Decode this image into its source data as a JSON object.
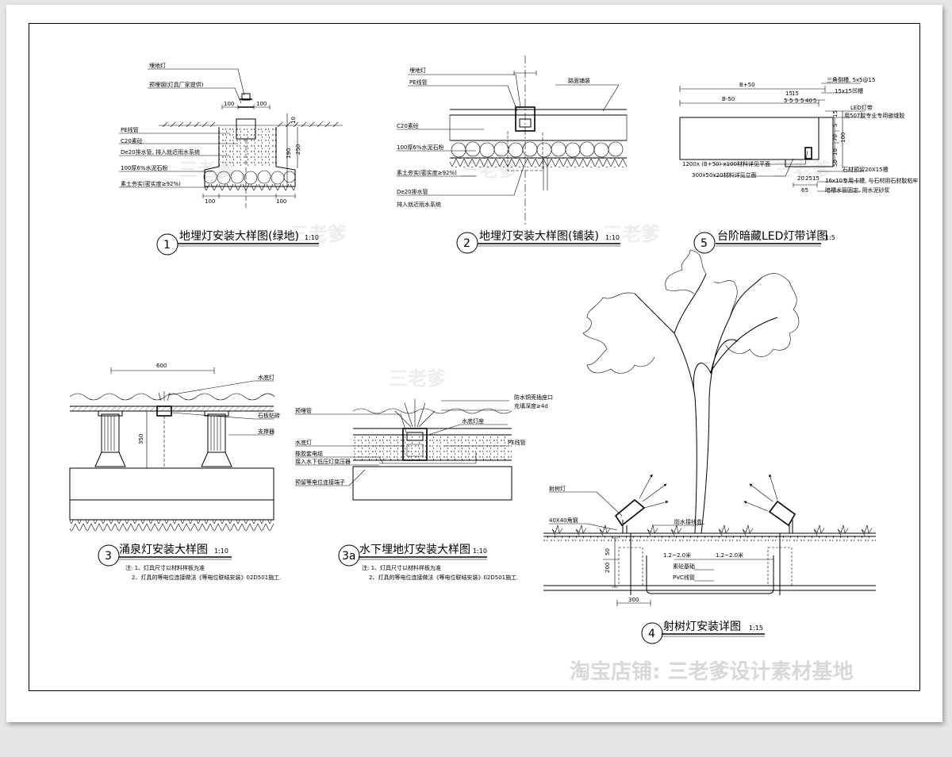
{
  "details": [
    {
      "num": "1",
      "title": "地埋灯安装大样图(绿地)",
      "scale": "1:10"
    },
    {
      "num": "2",
      "title": "地埋灯安装大样图(铺装)",
      "scale": "1:10"
    },
    {
      "num": "5",
      "title": "台阶暗藏LED灯带详图",
      "scale": "1:5"
    },
    {
      "num": "3",
      "title": "涌泉灯安装大样图",
      "scale": "1:10"
    },
    {
      "num": "3a",
      "title": "水下埋地灯安装大样图",
      "scale": "1:10"
    },
    {
      "num": "4",
      "title": "射树灯安装详图",
      "scale": "1:15"
    }
  ],
  "d1": {
    "labels": [
      "埋地灯",
      "预埋钢(灯具厂家提供)",
      "PE线管",
      "C20素砼",
      "De20排水管, 排入就近雨水系统",
      "100厚6%水泥石粉",
      "素土夯实(密实度≥92%)"
    ],
    "dims": [
      "100",
      "100",
      "100",
      "100",
      "250",
      "190",
      "10"
    ]
  },
  "d2": {
    "labels": [
      "埋地灯",
      "PE线管",
      "C20素砼",
      "100厚6%水泥石粉",
      "素土夯实(密实度≥92%)",
      "De20排水管",
      "排入就近雨水系统",
      "路面铺装"
    ]
  },
  "d5": {
    "labels": [
      "B+50",
      "B-50",
      "三角倒槽, 5x5@15",
      "15x15凹槽",
      "LED灯带",
      "用507胶专业专用嵌缝胶",
      "1200x (B+50) x100材料详见平面",
      "300x50x20材料详见立面",
      "石材预留20X15槽",
      "16x10专用卡槽, 与石材用石材胶粘牢",
      "暗槽水管固定, 用水泥砂浆"
    ],
    "dims": [
      "15",
      "15",
      "5",
      "5",
      "5",
      "5",
      "40",
      "5",
      "15",
      "5",
      "70",
      "100",
      "20",
      "25",
      "15",
      "65",
      "10",
      "50"
    ]
  },
  "d3": {
    "labels": [
      "水底灯",
      "石板贴砖",
      "支撑器"
    ],
    "dims": [
      "600",
      "350"
    ],
    "notes": [
      "注: 1、灯具尺寸以材料样板为准",
      "2、灯具的等电位连接做法《等电位联结安装》02D501施工."
    ]
  },
  "d3a": {
    "labels": [
      "防水铜壳插座口",
      "充填深度≥4d",
      "预埋管",
      "水底灯座",
      "水底灯",
      "橡胶套电缆",
      "接入水下低压灯变压器",
      "PE线管",
      "预留等电位连接端子"
    ],
    "notes": [
      "注: 1、灯具尺寸以材料样板为准",
      "2、灯具的等电位连接做法《等电位联结安装》02D501施工."
    ]
  },
  "d4": {
    "labels": [
      "射树灯",
      "40X40角钢",
      "防水接线盒",
      "1.2~2.0米",
      "1.2~2.0米",
      "素砼基础",
      "PVC线管"
    ],
    "dims": [
      "200",
      "50",
      "300"
    ]
  },
  "watermarks": [
    "三老爹",
    "三老爹",
    "三老爹",
    "三老爹",
    "三老爹",
    "三老爹"
  ],
  "shop_text": "淘宝店铺: 三老爹设计素材基地"
}
